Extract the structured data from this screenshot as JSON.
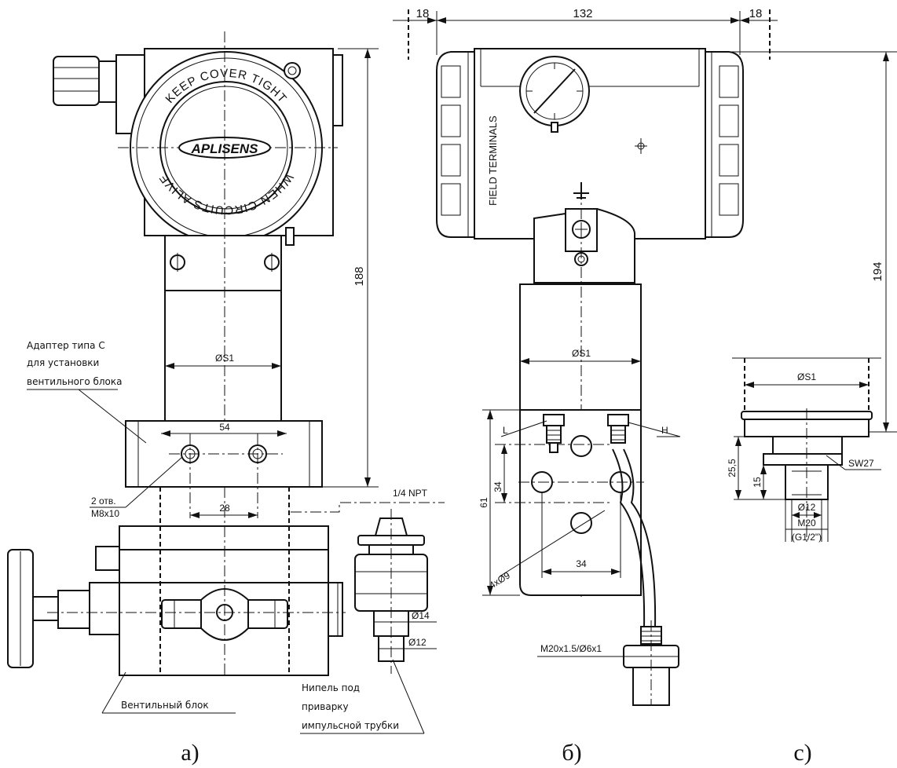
{
  "captions": {
    "a": "а)",
    "b": "б)",
    "c": "с)"
  },
  "view_a": {
    "cover_text_top": "KEEP COVER TIGHT",
    "cover_text_bottom": "WHEN CIRCUITS ALIVE",
    "logo": "APLISENS",
    "dims": {
      "height": "188",
      "diameter": "ØS1",
      "flange_width": "54",
      "holes_spacing": "28",
      "holes": "2 отв.",
      "holes_thread": "M8x10",
      "npt": "1/4 NPT",
      "d14": "Ø14",
      "d12": "Ø12"
    },
    "notes": {
      "adapter_line1": "Адаптер типа С",
      "adapter_line2": "для установки",
      "adapter_line3": "вентильного блока",
      "valve_block": "Вентильный блок",
      "nipple_line1": "Нипель под",
      "nipple_line2": "приварку",
      "nipple_line3": "импульсной трубки"
    }
  },
  "view_b": {
    "field_terminals": "FIELD TERMINALS",
    "dims": {
      "left": "18",
      "middle": "132",
      "right": "18",
      "height": "194",
      "diameter": "ØS1",
      "d61": "61",
      "d34v": "34",
      "d34h": "34",
      "holes": "4xØ9",
      "port_l": "L",
      "port_h": "H",
      "fitting": "M20x1.5/Ø6x1"
    }
  },
  "view_c": {
    "dims": {
      "diameter": "ØS1",
      "d25": "25,5",
      "d15": "15",
      "sw": "SW27",
      "d12": "Ø12",
      "thread": "M20",
      "thread_alt": "(G1/2\")"
    }
  }
}
